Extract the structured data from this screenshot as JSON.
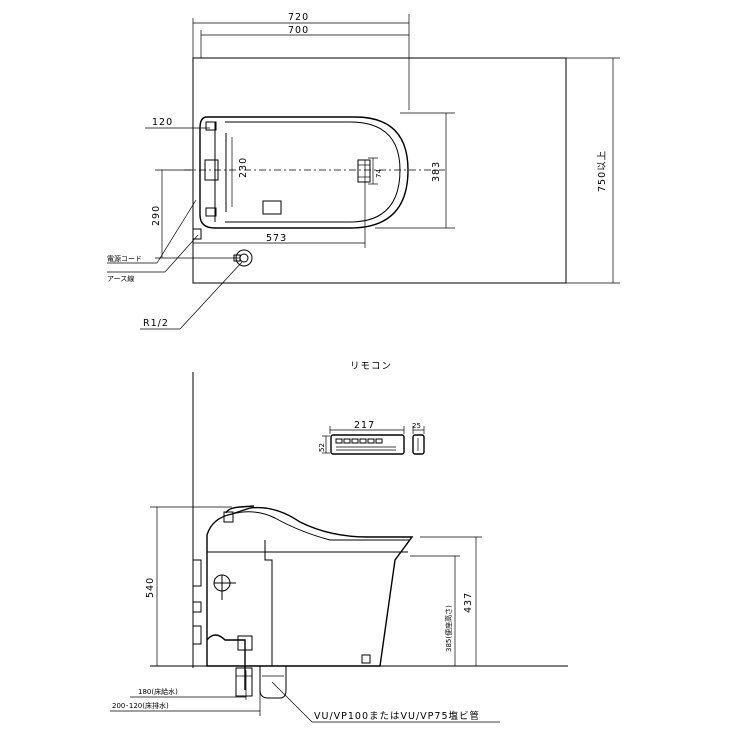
{
  "top_view": {
    "dim_720": "720",
    "dim_700": "700",
    "dim_120": "120",
    "dim_230": "230",
    "dim_290": "290",
    "dim_573": "573",
    "dim_383": "383",
    "dim_74": "74",
    "dim_750": "750以上",
    "label_power_cord": "電源コード",
    "label_earth_wire": "アース線",
    "label_r12": "R1/2"
  },
  "remote": {
    "title": "リモコン",
    "dim_217": "217",
    "dim_25": "25",
    "dim_52": "52"
  },
  "side_view": {
    "dim_540": "540",
    "dim_437": "437",
    "dim_385": "385(便座高さ)",
    "dim_180": "180(床給水)",
    "dim_200_120": "200･120(床排水)",
    "label_pipe": "VU/VP100またはVU/VP75塩ビ管"
  }
}
